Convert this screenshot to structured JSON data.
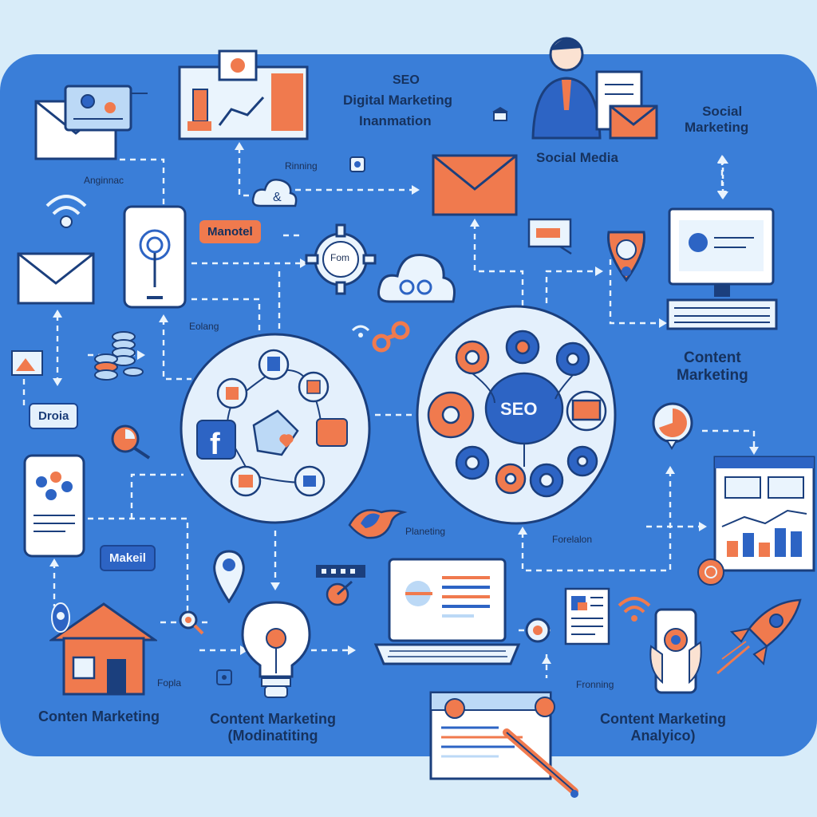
{
  "colors": {
    "page_bg": "#d8ecf9",
    "panel_bg": "#3a7ed8",
    "navy": "#1b3f7d",
    "orange": "#f07a4e",
    "light": "#eaf4fd"
  },
  "header": {
    "seo": "SEO",
    "digital_marketing": "Digital Marketing",
    "information": "Inanmation"
  },
  "labels": {
    "social_media": "Social Media",
    "social_marketing_1": "Social",
    "social_marketing_2": "Marketing",
    "content_marketing_right_1": "Content",
    "content_marketing_right_2": "Marketing",
    "content_marketing_bottom_left": "Conten Marketing",
    "content_marketing_mid_1": "Content Marketing",
    "content_marketing_mid_2": "(Modinatiting",
    "content_analytics_1": "Content Marketing",
    "content_analytics_2": "Analyico)",
    "seo_badge": "SEO"
  },
  "small_labels": {
    "anginnac": "Anginnac",
    "rinning": "Rinning",
    "eolang": "Eolang",
    "planeting": "Planeting",
    "forelalon": "Forelalon",
    "fopla": "Fopla",
    "fronning": "Fronning",
    "fom": "Fom"
  },
  "tags": {
    "manotel": "Manotel",
    "droia": "Droia",
    "makeil": "Makeil"
  },
  "icons": [
    "mail-envelope-icon",
    "analytics-board-icon",
    "businessman-icon",
    "wifi-icon",
    "smartphone-icon",
    "gear-icon",
    "cloud-icon",
    "computer-monitor-icon",
    "coins-icon",
    "social-hub-icon",
    "facebook-icon",
    "seo-gears-icon",
    "bird-icon",
    "location-pin-icon",
    "lightbulb-icon",
    "laptop-icon",
    "house-icon",
    "rocket-icon",
    "document-pencil-icon",
    "dashboard-chart-icon"
  ]
}
